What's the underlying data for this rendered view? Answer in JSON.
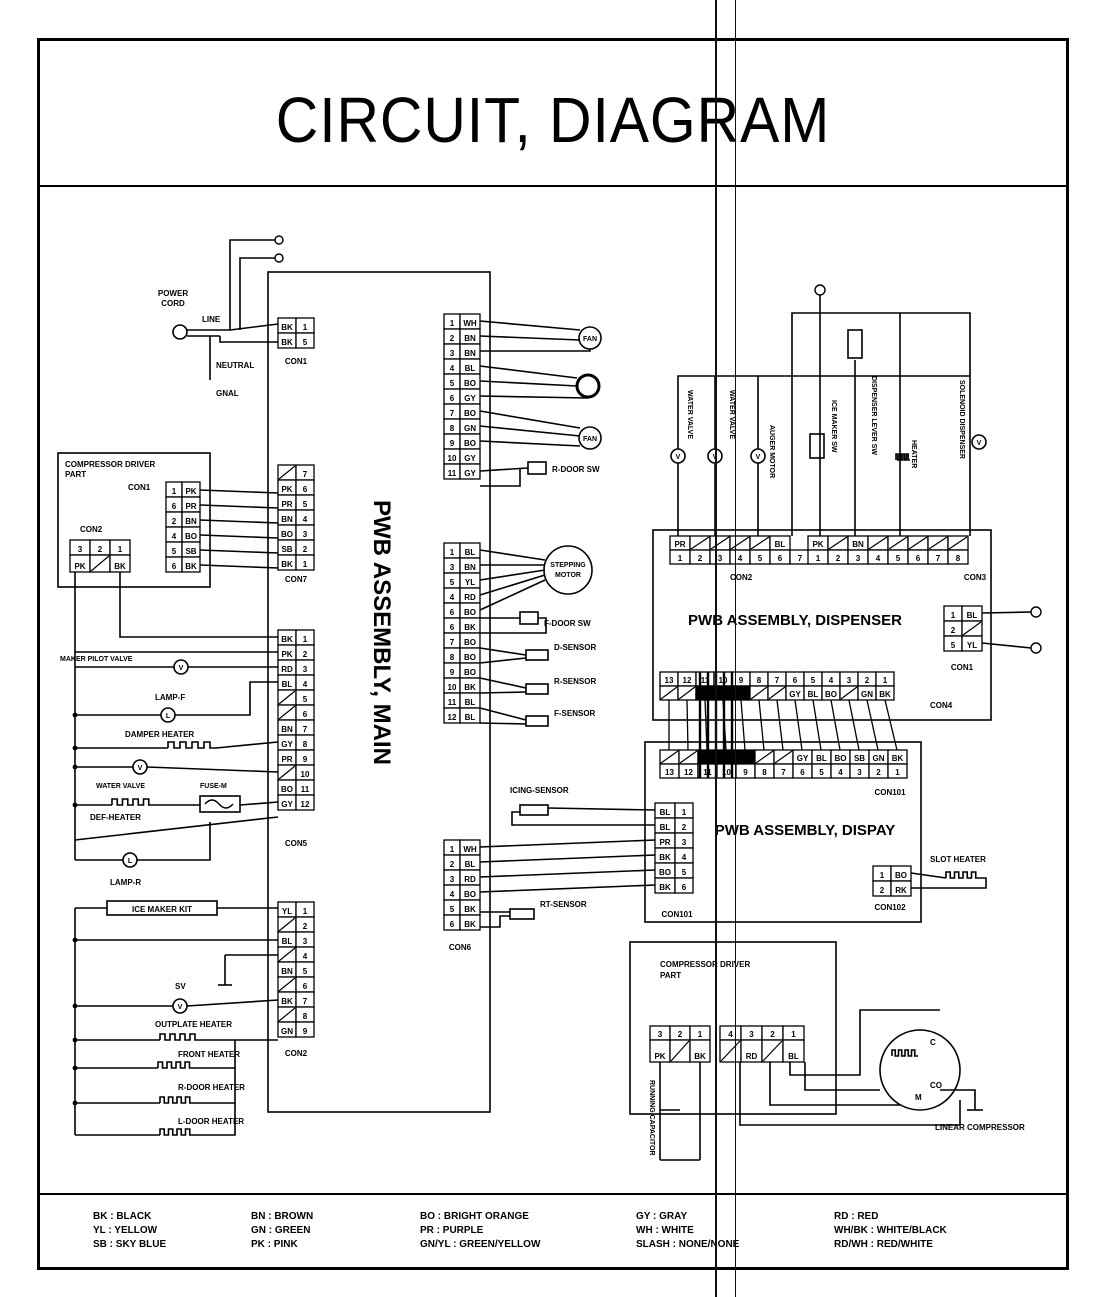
{
  "title": "CIRCUIT, DIAGRAM",
  "main_board": {
    "label": "PWB ASSEMBLY, MAIN",
    "power": {
      "cord": "POWER CORD",
      "line": "LINE",
      "neutral": "NEUTRAL",
      "gnd": "GNAL",
      "connector": "CON1",
      "pins": [
        [
          "BK",
          "1"
        ],
        [
          "BK",
          "5"
        ]
      ]
    },
    "driver_box": {
      "title": "COMPRESSOR DRIVER",
      "subtitle": "PART",
      "con1_label": "CON1",
      "con2_label": "CON2",
      "con2_pins": [
        "3",
        "2",
        "1"
      ],
      "con2_colors": [
        "PK",
        "",
        "BK"
      ],
      "con1_rows": [
        [
          "1",
          "PK"
        ],
        [
          "6",
          "PR"
        ],
        [
          "2",
          "BN"
        ],
        [
          "4",
          "BO"
        ],
        [
          "5",
          "SB"
        ],
        [
          "6",
          "BK"
        ]
      ]
    },
    "con7": {
      "label": "CON7",
      "rows": [
        [
          "",
          "7"
        ],
        [
          "PK",
          "6"
        ],
        [
          "PR",
          "5"
        ],
        [
          "BN",
          "4"
        ],
        [
          "BO",
          "3"
        ],
        [
          "SB",
          "2"
        ],
        [
          "BK",
          "1"
        ]
      ]
    },
    "con5": {
      "label": "CON5",
      "rows": [
        [
          "BK",
          "1"
        ],
        [
          "PK",
          "2"
        ],
        [
          "RD",
          "3"
        ],
        [
          "BL",
          "4"
        ],
        [
          "",
          "5"
        ],
        [
          "",
          "6"
        ],
        [
          "BN",
          "7"
        ],
        [
          "GY",
          "8"
        ],
        [
          "PR",
          "9"
        ],
        [
          "",
          "10"
        ],
        [
          "BO",
          "11"
        ],
        [
          "GY",
          "12"
        ]
      ]
    },
    "con5_parts": {
      "maker_valve": "MAKER PILOT VALVE",
      "lamp_f": "LAMP-F",
      "damper_heater": "DAMPER HEATER",
      "water_valve": "WATER VALVE",
      "fuse": "FUSE-M",
      "def_heater": "DEF-HEATER",
      "lamp_r": "LAMP-R"
    },
    "con2": {
      "label": "CON2",
      "rows": [
        [
          "YL",
          "1"
        ],
        [
          "",
          "2"
        ],
        [
          "BL",
          "3"
        ],
        [
          "",
          "4"
        ],
        [
          "BN",
          "5"
        ],
        [
          "",
          "6"
        ],
        [
          "BK",
          "7"
        ],
        [
          "",
          "8"
        ],
        [
          "GN",
          "9"
        ]
      ]
    },
    "con2_parts": {
      "ice_maker": "ICE MAKER KIT",
      "sv": "SV",
      "outplate_heater": "OUTPLATE HEATER",
      "front_heater": "FRONT HEATER",
      "rdoor_heater": "R-DOOR HEATER",
      "ldoor_heater": "L-DOOR HEATER"
    },
    "con3": {
      "label": "",
      "rows": [
        [
          "1",
          "WH"
        ],
        [
          "2",
          "BN"
        ],
        [
          "3",
          "BN"
        ],
        [
          "4",
          "BL"
        ],
        [
          "5",
          "BO"
        ],
        [
          "6",
          "GY"
        ],
        [
          "7",
          "BO"
        ],
        [
          "8",
          "GN"
        ],
        [
          "9",
          "BO"
        ],
        [
          "10",
          "GY"
        ],
        [
          "11",
          "GY"
        ]
      ]
    },
    "con3_parts": {
      "door_sw": "R-DOOR SW"
    },
    "con4": {
      "label": "",
      "rows": [
        [
          "1",
          "BL"
        ],
        [
          "3",
          "BN"
        ],
        [
          "5",
          "YL"
        ],
        [
          "4",
          "RD"
        ],
        [
          "6",
          "BO"
        ],
        [
          "6",
          "BK"
        ],
        [
          "7",
          "BO"
        ],
        [
          "8",
          "BO"
        ],
        [
          "9",
          "BO"
        ],
        [
          "10",
          "BK"
        ],
        [
          "11",
          "BL"
        ],
        [
          "12",
          "BL"
        ]
      ]
    },
    "con4_parts": {
      "motor": "STEPPING MOTOR",
      "fdoor_sw": "F-DOOR SW",
      "d_sensor": "D-SENSOR",
      "r_sensor": "R-SENSOR",
      "f_sensor": "F-SENSOR"
    },
    "con6": {
      "label": "CON6",
      "rows": [
        [
          "1",
          "WH"
        ],
        [
          "2",
          "BL"
        ],
        [
          "3",
          "RD"
        ],
        [
          "4",
          "BO"
        ],
        [
          "5",
          "BK"
        ],
        [
          "6",
          "BK"
        ]
      ],
      "sensor": "RT-SENSOR"
    }
  },
  "dispenser_board": {
    "label": "PWB ASSEMBLY, DISPENSER",
    "con2_label": "CON2",
    "con3_label": "CON3",
    "con1_label": "CON1",
    "con4_label": "CON4",
    "con2_colors": [
      "PR",
      "",
      "",
      "",
      "",
      "BL"
    ],
    "con2_pins": [
      "1",
      "2",
      "3",
      "4",
      "5",
      "6",
      "7"
    ],
    "con3_colors": [
      "PK",
      "",
      "BN",
      "",
      "",
      "",
      ""
    ],
    "con3_pins": [
      "1",
      "2",
      "3",
      "4",
      "5",
      "6",
      "7",
      "8"
    ],
    "con1_rows": [
      [
        "1",
        "BL"
      ],
      [
        "2",
        ""
      ],
      [
        "5",
        "YL"
      ]
    ],
    "con4_pins": [
      "13",
      "12",
      "11",
      "10",
      "9",
      "8",
      "7",
      "6",
      "5",
      "4",
      "3",
      "2",
      "1"
    ],
    "con4_colors": [
      "",
      "",
      "",
      "",
      "",
      "",
      "",
      "GY",
      "BL",
      "BO",
      "",
      "GN",
      "BK"
    ],
    "parts": {
      "water_valve": "WATER VALVE",
      "water_valve2": "WATER VALVE",
      "auger_motor": "AUGER MOTOR",
      "ice_maker_sw": "ICE MAKER SW",
      "dispenser_lever": "DISPENSER LEVER SW",
      "heater": "HEATER",
      "solenoid": "SOLENOID DISPENSER"
    }
  },
  "display_board": {
    "label": "PWB ASSEMBLY, DISPAY",
    "con2_label": "CON101",
    "con2_pins": [
      "13",
      "12",
      "11",
      "10",
      "9",
      "8",
      "7",
      "6",
      "5",
      "4",
      "3",
      "2",
      "1"
    ],
    "con2_colors": [
      "",
      "",
      "",
      "",
      "",
      "",
      "",
      "GY",
      "BL",
      "BO",
      "SB",
      "GN",
      "BK"
    ],
    "con101_label": "CON101",
    "con101_rows": [
      [
        "BL",
        "1"
      ],
      [
        "BL",
        "2"
      ],
      [
        "PR",
        "3"
      ],
      [
        "BK",
        "4"
      ],
      [
        "BO",
        "5"
      ],
      [
        "BK",
        "6"
      ]
    ],
    "con102_label": "CON102",
    "con102_rows": [
      [
        "1",
        "BO"
      ],
      [
        "2",
        "RK"
      ]
    ],
    "sensor": "ICING-SENSOR",
    "heater": "SLOT HEATER"
  },
  "driver_part": {
    "title": "COMPRESSOR DRIVER",
    "subtitle": "PART",
    "left_pins": [
      "3",
      "2",
      "1"
    ],
    "left_colors": [
      "PK",
      "",
      "BK"
    ],
    "right_pins": [
      "4",
      "3",
      "2",
      "1"
    ],
    "right_colors": [
      "",
      "RD",
      "",
      "BL"
    ],
    "capacitor": "RUNNING CAPACITOR",
    "compressor": "LINEAR COMPRESSOR",
    "terminals": {
      "c": "C",
      "m": "M",
      "coil": "CO"
    }
  },
  "legend": [
    [
      "BK",
      "BLACK"
    ],
    [
      "YL",
      "YELLOW"
    ],
    [
      "SB",
      "SKY BLUE"
    ],
    [
      "BN",
      "BROWN"
    ],
    [
      "GN",
      "GREEN"
    ],
    [
      "PK",
      "PINK"
    ],
    [
      "BO",
      "BRIGHT ORANGE"
    ],
    [
      "PR",
      "PURPLE"
    ],
    [
      "GN/YL",
      "GREEN/YELLOW"
    ],
    [
      "GY",
      "GRAY"
    ],
    [
      "WH",
      "WHITE"
    ],
    [
      "SLASH",
      "NONE/NONE"
    ],
    [
      "RD",
      "RED"
    ],
    [
      "WH/BK",
      "WHITE/BLACK"
    ],
    [
      "RD/WH",
      "RED/WHITE"
    ]
  ]
}
